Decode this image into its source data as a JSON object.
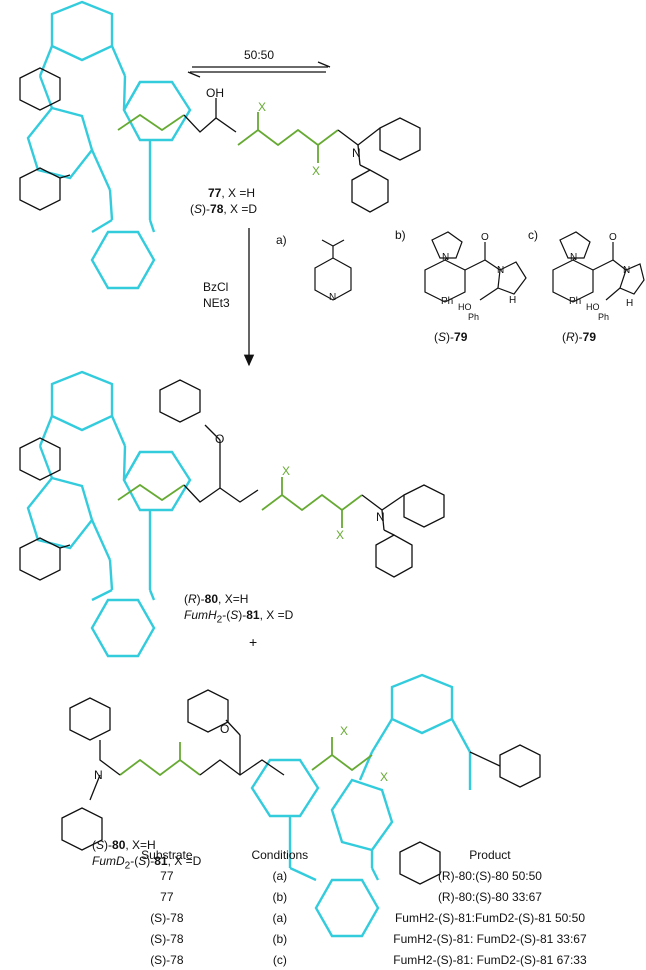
{
  "equilibrium": {
    "ratio": "50:50"
  },
  "top_compound": {
    "line1": {
      "num": "77",
      "suffix": ", X =H"
    },
    "line2": {
      "pre": "(",
      "conf": "S",
      "mid": ")-",
      "num": "78",
      "suffix": ", X =D"
    }
  },
  "reagents": {
    "reagent1": "BzCl",
    "reagent2": "NEt3"
  },
  "catalysts": {
    "a": {
      "tag": "a)",
      "atom": "N"
    },
    "b": {
      "tag": "b)",
      "label_pre": "(",
      "conf": "S",
      "label_mid": ")-",
      "num": "79",
      "atoms": {
        "n_ring": "N",
        "n_amide": "N",
        "oxygen": "O",
        "ph1": "Ph",
        "ph2": "Ph",
        "ho": "HO",
        "h": "H"
      }
    },
    "c": {
      "tag": "c)",
      "label_pre": "(",
      "conf": "R",
      "label_mid": ")-",
      "num": "79",
      "atoms": {
        "n_ring": "N",
        "n_amide": "N",
        "oxygen": "O",
        "ph1": "Ph",
        "ph2": "Ph",
        "ho": "HO",
        "h": "H"
      }
    }
  },
  "middle_compound": {
    "line1": {
      "pre": "(",
      "conf": "R",
      "mid": ")-",
      "num": "80",
      "suffix": ", X=H"
    },
    "line2": {
      "italic": "FumH",
      "sub": "2",
      "dash": "-(",
      "conf": "S",
      "mid": ")-",
      "num": "81",
      "suffix": ", X =D"
    }
  },
  "plus": "+",
  "bottom_compound": {
    "line1": {
      "pre": "(",
      "conf": "S",
      "mid": ")-",
      "num": "80",
      "suffix": ", X=H"
    },
    "line2": {
      "italic": "FumD",
      "sub": "2",
      "dash": "-(",
      "conf": "S",
      "mid": ")-",
      "num": "81",
      "suffix": ", X =D"
    }
  },
  "atom_labels": {
    "X": "X",
    "N": "N",
    "H": "H",
    "O": "O",
    "OH": "OH"
  },
  "colors": {
    "rotaxane_ring": "#33ccdd",
    "fumaramide": "#66aa33",
    "bond": "#111111"
  },
  "table": {
    "headers": [
      "Substrate",
      "Conditions",
      "Product"
    ],
    "rows": [
      {
        "substrate": "77",
        "conditions": "(a)",
        "product": "(R)-80:(S)-80 50:50"
      },
      {
        "substrate": "77",
        "conditions": "(b)",
        "product": "(R)-80:(S)-80 33:67"
      },
      {
        "substrate": "(S)-78",
        "conditions": "(a)",
        "product": "FumH2-(S)-81:FumD2-(S)-81 50:50"
      },
      {
        "substrate": "(S)-78",
        "conditions": "(b)",
        "product": "FumH2-(S)-81: FumD2-(S)-81 33:67"
      },
      {
        "substrate": "(S)-78",
        "conditions": "(c)",
        "product": "FumH2-(S)-81: FumD2-(S)-81 67:33"
      }
    ]
  }
}
